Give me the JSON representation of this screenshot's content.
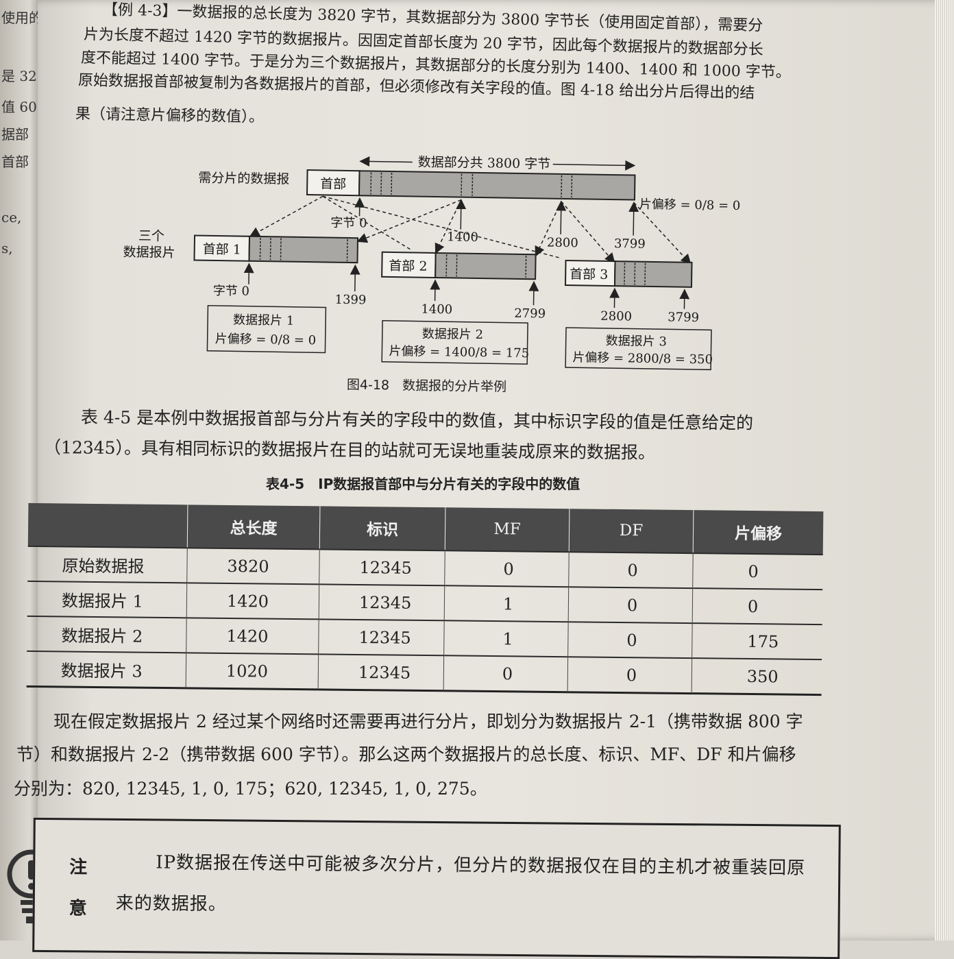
{
  "margin_fragments": [
    "使用的",
    "是 32",
    "值 60",
    "据部",
    "首部",
    "ce,",
    "s,"
  ],
  "intro": {
    "lines": [
      "【例 4-3】一数据报的总长度为 3820 字节，其数据部分为 3800 字节长（使用固定首部），需要分",
      "片为长度不超过 1420 字节的数据报片。因固定首部长度为 20 字节，因此每个数据报片的数据部分长",
      "度不能超过 1400 字节。于是分为三个数据报片，其数据部分的长度分别为 1400、1400 和 1000 字节。",
      "原始数据报首部被复制为各数据报片的首部，但必须修改有关字段的值。图 4-18 给出分片后得出的结",
      "果（请注意片偏移的数值）。"
    ]
  },
  "figure": {
    "caption": "图4-18　数据报的分片举例",
    "original_label": "需分片的数据报",
    "header_label": "首部",
    "data_span_label": "数据部分共 3800 字节",
    "orig_offset": "片偏移 = 0/8 = 0",
    "byte0": "字节 0",
    "m1400": "1400",
    "m2800": "2800",
    "m3799": "3799",
    "three_label_1": "三个",
    "three_label_2": "数据报片",
    "frag1": {
      "header": "首部 1",
      "start": "字节 0",
      "end": "1399",
      "name": "数据报片 1",
      "offset": "片偏移 = 0/8 = 0"
    },
    "frag2": {
      "header": "首部 2",
      "start": "1400",
      "end": "2799",
      "name": "数据报片 2",
      "offset": "片偏移 = 1400/8 = 175"
    },
    "frag3": {
      "header": "首部 3",
      "start": "2800",
      "end": "3799",
      "name": "数据报片 3",
      "offset": "片偏移 = 2800/8 = 350"
    }
  },
  "table_intro": {
    "line1": "表 4-5 是本例中数据报首部与分片有关的字段中的数值，其中标识字段的值是任意给定的",
    "line2": "（12345）。具有相同标识的数据报片在目的站就可无误地重装成原来的数据报。"
  },
  "table": {
    "caption": "表4-5　IP数据报首部中与分片有关的字段中的数值",
    "headers": [
      "",
      "总长度",
      "标识",
      "MF",
      "DF",
      "片偏移"
    ],
    "rows": [
      [
        "原始数据报",
        "3820",
        "12345",
        "0",
        "0",
        "0"
      ],
      [
        "数据报片 1",
        "1420",
        "12345",
        "1",
        "0",
        "0"
      ],
      [
        "数据报片 2",
        "1420",
        "12345",
        "1",
        "0",
        "175"
      ],
      [
        "数据报片 3",
        "1020",
        "12345",
        "0",
        "0",
        "350"
      ]
    ]
  },
  "after": {
    "line1": "现在假定数据报片 2 经过某个网络时还需要再进行分片，即划分为数据报片 2-1（携带数据 800 字",
    "line2": "节）和数据报片 2-2（携带数据 600 字节）。那么这两个数据报片的总长度、标识、MF、DF 和片偏移",
    "line3": "分别为：820, 12345, 1, 0, 175；620, 12345, 1, 0, 275。"
  },
  "note": {
    "tag1": "注",
    "tag2": "意",
    "line1": "IP数据报在传送中可能被多次分片，但分片的数据报仅在目的主机才被重装回原",
    "line2": "来的数据报。"
  }
}
